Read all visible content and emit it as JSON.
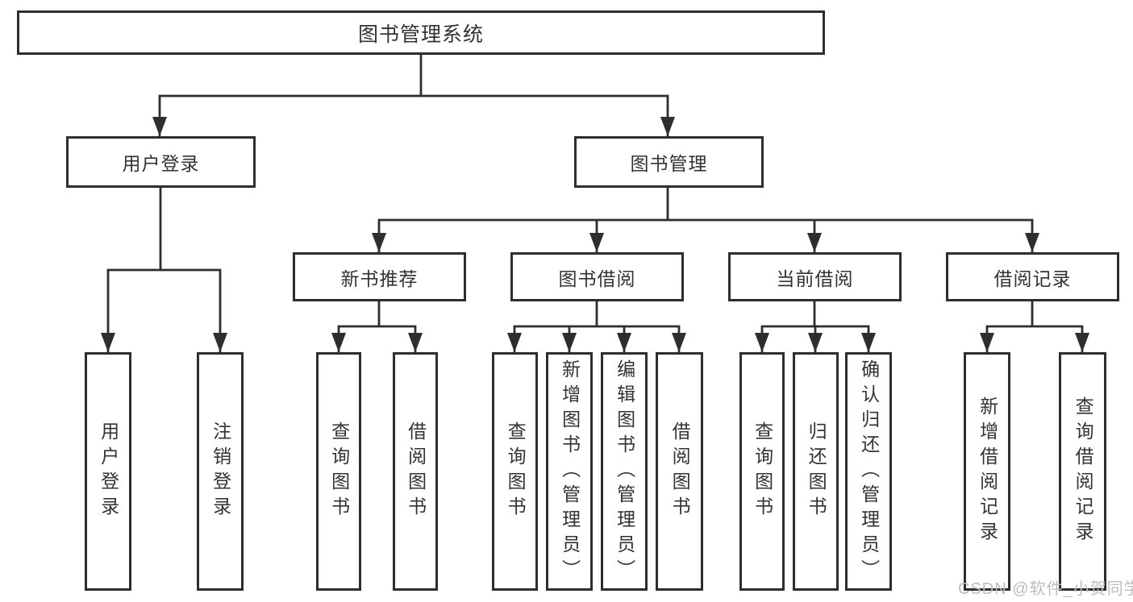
{
  "diagram_title": "图书管理系统",
  "tree": {
    "root": {
      "label": "图书管理系统"
    },
    "branches": [
      {
        "label": "用户登录",
        "children": [
          {
            "label": "用户登录"
          },
          {
            "label": "注销登录"
          }
        ]
      },
      {
        "label": "图书管理",
        "children": [
          {
            "label": "新书推荐",
            "children": [
              {
                "label": "查询图书"
              },
              {
                "label": "借阅图书"
              }
            ]
          },
          {
            "label": "图书借阅",
            "children": [
              {
                "label": "查询图书"
              },
              {
                "label": "新增图书（管理员）"
              },
              {
                "label": "编辑图书（管理员）"
              },
              {
                "label": "借阅图书"
              }
            ]
          },
          {
            "label": "当前借阅",
            "children": [
              {
                "label": "查询图书"
              },
              {
                "label": "归还图书"
              },
              {
                "label": "确认归还（管理员）"
              }
            ]
          },
          {
            "label": "借阅记录",
            "children": [
              {
                "label": "新增借阅记录"
              },
              {
                "label": "查询借阅记录"
              }
            ]
          }
        ]
      }
    ]
  },
  "watermark": "CSDN @软件_小贺同学",
  "colors": {
    "line": "#2e2e2e",
    "text": "#333333",
    "background": "#ffffff",
    "watermark": "#bdbdbd"
  }
}
